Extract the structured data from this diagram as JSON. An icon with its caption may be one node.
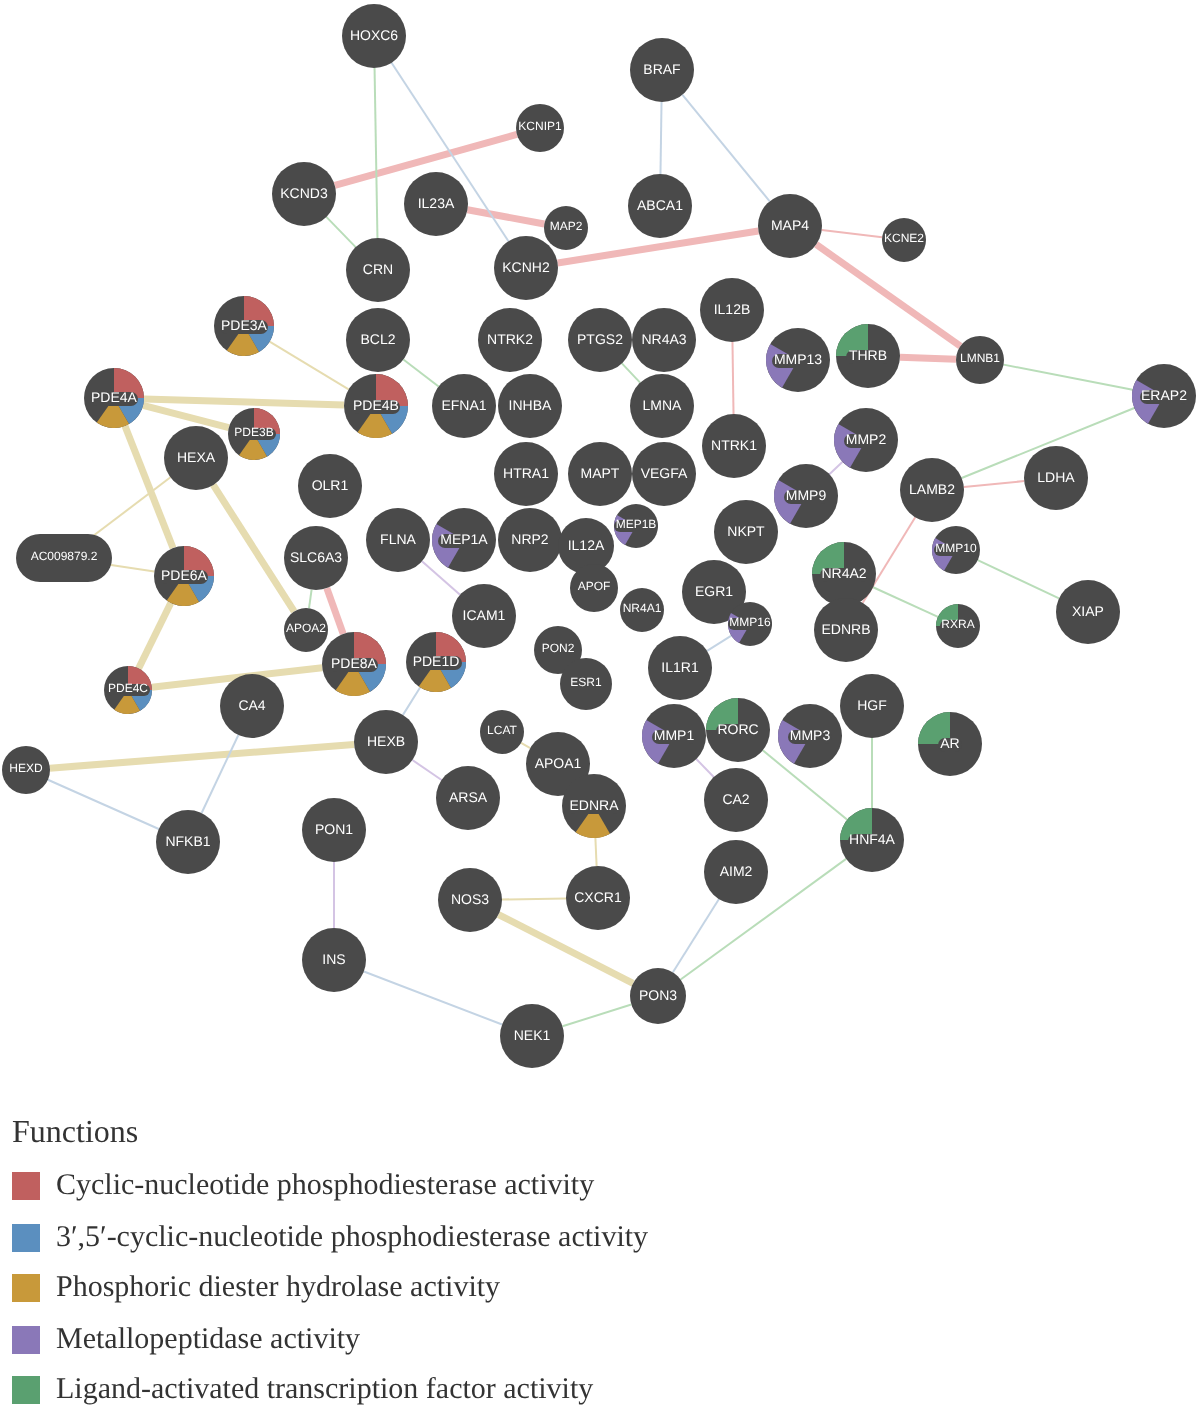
{
  "diagram": {
    "nodes": [
      {
        "text": [
          "HOXC6"
        ]
      },
      {
        "text": [
          "BRAF"
        ]
      },
      {
        "text": [
          "KCNIP1"
        ]
      },
      {
        "text": [
          "KCND3"
        ]
      },
      {
        "text": [
          "IL23A"
        ]
      },
      {
        "text": [
          "ABCA1"
        ]
      },
      {
        "text": [
          "MAP4"
        ]
      },
      {
        "text": [
          "KCNE2"
        ]
      },
      {
        "text": [
          "MAP2"
        ]
      },
      {
        "text": [
          "KCNH2"
        ]
      },
      {
        "text": [
          "CRN"
        ]
      },
      {
        "text": [
          "PDE3A"
        ]
      },
      {
        "text": [
          "BCL2"
        ]
      },
      {
        "text": [
          "NTRK2"
        ]
      },
      {
        "text": [
          "PTGS2"
        ]
      },
      {
        "text": [
          "NR4A3"
        ]
      },
      {
        "text": [
          "IL12B"
        ]
      },
      {
        "text": [
          "MMP13"
        ]
      },
      {
        "text": [
          "THRB"
        ]
      },
      {
        "text": [
          "LMNB1"
        ]
      },
      {
        "text": [
          "ERAP2"
        ]
      },
      {
        "text": [
          "PDE4A"
        ]
      },
      {
        "text": [
          "PDE3B"
        ]
      },
      {
        "text": [
          "PDE4B"
        ]
      },
      {
        "text": [
          "EFNA1"
        ]
      },
      {
        "text": [
          "INHBA"
        ]
      },
      {
        "text": [
          "LMNA"
        ]
      },
      {
        "text": [
          "HEXA"
        ]
      },
      {
        "text": [
          "NTRK1"
        ]
      },
      {
        "text": [
          "MMP2"
        ]
      },
      {
        "text": [
          "OLR1"
        ]
      },
      {
        "text": [
          "HTRA1"
        ]
      },
      {
        "text": [
          "MAPT"
        ]
      },
      {
        "text": [
          "VEGFA"
        ]
      },
      {
        "text": [
          "MMP9"
        ]
      },
      {
        "text": [
          "LAMB2"
        ]
      },
      {
        "text": [
          "LDHA"
        ]
      },
      {
        "text": [
          "AC009879.2"
        ]
      },
      {
        "text": [
          "PDE6A"
        ]
      },
      {
        "text": [
          "SLC6A3"
        ]
      },
      {
        "text": [
          "FLNA"
        ]
      },
      {
        "text": [
          "MEP1A"
        ]
      },
      {
        "text": [
          "NRP2"
        ]
      },
      {
        "text": [
          "IL12A"
        ]
      },
      {
        "text": [
          "MEP1B"
        ]
      },
      {
        "text": [
          "NKPT"
        ]
      },
      {
        "text": [
          "MMP10"
        ]
      },
      {
        "text": [
          "NR4A2"
        ]
      },
      {
        "text": [
          "APOF"
        ]
      },
      {
        "text": [
          "APOA2"
        ]
      },
      {
        "text": [
          "ICAM1"
        ]
      },
      {
        "text": [
          "EGR1"
        ]
      },
      {
        "text": [
          "NR4A1"
        ]
      },
      {
        "text": [
          "MMP16"
        ]
      },
      {
        "text": [
          "EDNRB"
        ]
      },
      {
        "text": [
          "RXRA"
        ]
      },
      {
        "text": [
          "XIAP"
        ]
      },
      {
        "text": [
          "PDE8A"
        ]
      },
      {
        "text": [
          "PDE1D"
        ]
      },
      {
        "text": [
          "PON2"
        ]
      },
      {
        "text": [
          "ESR1"
        ]
      },
      {
        "text": [
          "IL1R1"
        ]
      },
      {
        "text": [
          "PDE4C"
        ]
      },
      {
        "text": [
          "CA4"
        ]
      },
      {
        "text": [
          "HEXB"
        ]
      },
      {
        "text": [
          "LCAT"
        ]
      },
      {
        "text": [
          "APOA1"
        ]
      },
      {
        "text": [
          "MMP1"
        ]
      },
      {
        "text": [
          "RORC"
        ]
      },
      {
        "text": [
          "MMP3"
        ]
      },
      {
        "text": [
          "HGF"
        ]
      },
      {
        "text": [
          "AR"
        ]
      },
      {
        "text": [
          "HEXD"
        ]
      },
      {
        "text": [
          "NFKB1"
        ]
      },
      {
        "text": [
          "ARSA"
        ]
      },
      {
        "text": [
          "EDNRA"
        ]
      },
      {
        "text": [
          "CA2"
        ]
      },
      {
        "text": [
          "PON1"
        ]
      },
      {
        "text": [
          "HNF4A"
        ]
      },
      {
        "text": [
          "NOS3"
        ]
      },
      {
        "text": [
          "CXCR1"
        ]
      },
      {
        "text": [
          "AIM2"
        ]
      },
      {
        "text": [
          "INS"
        ]
      },
      {
        "text": [
          "PON3"
        ]
      },
      {
        "text": [
          "NEK1"
        ]
      }
    ],
    "edges": [
      {
        "from": 3,
        "to": 2,
        "arrow": "none",
        "style": "thick",
        "color": "#f0b8b8"
      },
      {
        "from": 4,
        "to": 8,
        "arrow": "none",
        "style": "thick",
        "color": "#f0b8b8"
      },
      {
        "from": 9,
        "to": 6,
        "arrow": "none",
        "style": "thick",
        "color": "#f0b8b8"
      },
      {
        "from": 6,
        "to": 19,
        "arrow": "none",
        "style": "thick",
        "color": "#f0b8b8"
      },
      {
        "from": 18,
        "to": 19,
        "arrow": "none",
        "style": "thick",
        "color": "#f0b8b8"
      },
      {
        "from": 21,
        "to": 23,
        "arrow": "none",
        "style": "thick",
        "color": "#e6dcb0"
      },
      {
        "from": 21,
        "to": 22,
        "arrow": "none",
        "style": "thick",
        "color": "#e6dcb0"
      },
      {
        "from": 21,
        "to": 38,
        "arrow": "none",
        "style": "thick",
        "color": "#e6dcb0"
      },
      {
        "from": 39,
        "to": 57,
        "arrow": "none",
        "style": "thick",
        "color": "#f0b8b8"
      },
      {
        "from": 72,
        "to": 64,
        "arrow": "none",
        "style": "thick",
        "color": "#e6dcb0"
      },
      {
        "from": 27,
        "to": 49,
        "arrow": "none",
        "style": "thick",
        "color": "#e6dcb0"
      },
      {
        "from": 79,
        "to": 83,
        "arrow": "none",
        "style": "thick",
        "color": "#e6dcb0"
      },
      {
        "from": 62,
        "to": 57,
        "arrow": "none",
        "style": "thick",
        "color": "#e6dcb0"
      },
      {
        "from": 38,
        "to": 62,
        "arrow": "none",
        "style": "thick",
        "color": "#e6dcb0"
      },
      {
        "from": 0,
        "to": 10,
        "arrow": "none",
        "color": "#b9ddb9"
      },
      {
        "from": 0,
        "to": 9,
        "arrow": "none",
        "color": "#c4d4e4"
      },
      {
        "from": 1,
        "to": 5,
        "arrow": "none",
        "color": "#c4d4e4"
      },
      {
        "from": 1,
        "to": 6,
        "arrow": "none",
        "color": "#c4d4e4"
      },
      {
        "from": 6,
        "to": 7,
        "arrow": "none",
        "color": "#f0b8b8"
      },
      {
        "from": 19,
        "to": 20,
        "arrow": "none",
        "color": "#b9ddb9"
      },
      {
        "from": 36,
        "to": 35,
        "arrow": "none",
        "color": "#f0b8b8"
      },
      {
        "from": 56,
        "to": 46,
        "arrow": "none",
        "color": "#b9ddb9"
      },
      {
        "from": 20,
        "to": 35,
        "arrow": "none",
        "color": "#b9ddb9"
      },
      {
        "from": 73,
        "to": 72,
        "arrow": "none",
        "color": "#c4d4e4"
      },
      {
        "from": 73,
        "to": 63,
        "arrow": "none",
        "color": "#c4d4e4"
      },
      {
        "from": 82,
        "to": 77,
        "arrow": "none",
        "color": "#d4c4e4"
      },
      {
        "from": 84,
        "to": 82,
        "arrow": "none",
        "color": "#c4d4e4"
      },
      {
        "from": 84,
        "to": 83,
        "arrow": "none",
        "color": "#b9ddb9"
      },
      {
        "from": 78,
        "to": 83,
        "arrow": "none",
        "color": "#b9ddb9"
      },
      {
        "from": 81,
        "to": 83,
        "arrow": "none",
        "color": "#c4d4e4"
      },
      {
        "from": 79,
        "to": 80,
        "arrow": "none",
        "color": "#e6dcb0"
      },
      {
        "from": 64,
        "to": 74,
        "arrow": "none",
        "color": "#d4c4e4"
      },
      {
        "from": 75,
        "to": 80,
        "arrow": "none",
        "color": "#e6dcb0"
      },
      {
        "from": 3,
        "to": 10,
        "arrow": "none",
        "color": "#b9ddb9"
      },
      {
        "from": 12,
        "to": 24,
        "arrow": "none",
        "color": "#b9ddb9"
      },
      {
        "from": 14,
        "to": 26,
        "arrow": "none",
        "color": "#b9ddb9"
      },
      {
        "from": 16,
        "to": 28,
        "arrow": "none",
        "color": "#f0b8b8"
      },
      {
        "from": 29,
        "to": 34,
        "arrow": "none",
        "color": "#d4c4e4"
      },
      {
        "from": 67,
        "to": 76,
        "arrow": "none",
        "color": "#d4c4e4"
      },
      {
        "from": 68,
        "to": 78,
        "arrow": "none",
        "color": "#b9ddb9"
      },
      {
        "from": 35,
        "to": 54,
        "arrow": "none",
        "color": "#f0b8b8"
      },
      {
        "from": 49,
        "to": 39,
        "arrow": "none",
        "color": "#b9ddb9"
      },
      {
        "from": 37,
        "to": 38,
        "arrow": "none",
        "color": "#e6dcb0"
      },
      {
        "from": 37,
        "to": 27,
        "arrow": "none",
        "color": "#e6dcb0"
      },
      {
        "from": 11,
        "to": 23,
        "arrow": "none",
        "color": "#e6dcb0"
      },
      {
        "from": 40,
        "to": 50,
        "arrow": "none",
        "color": "#d4c4e4"
      },
      {
        "from": 47,
        "to": 55,
        "arrow": "none",
        "color": "#b9ddb9"
      },
      {
        "from": 70,
        "to": 78,
        "arrow": "none",
        "color": "#b9ddb9"
      },
      {
        "from": 61,
        "to": 53,
        "arrow": "none",
        "color": "#c4d4e4"
      },
      {
        "from": 58,
        "to": 64,
        "arrow": "none",
        "color": "#c4d4e4"
      },
      {
        "from": 66,
        "to": 65,
        "arrow": "none",
        "color": "#e6dcb0"
      }
    ],
    "labels": [
      "Functions"
    ],
    "legend": [
      {
        "text": "Cyclic-nucleotide phosphodiesterase activity",
        "color": "#c0605f"
      },
      {
        "text": "3′,5′-cyclic-nucleotide phosphodiesterase activity",
        "color": "#5b8fbf"
      },
      {
        "text": "Phosphoric diester hydrolase activity",
        "color": "#c8993a"
      },
      {
        "text": "Metallopeptidase activity",
        "color": "#8a78b8"
      },
      {
        "text": "Ligand-activated transcription factor activity",
        "color": "#5aa070"
      }
    ]
  }
}
